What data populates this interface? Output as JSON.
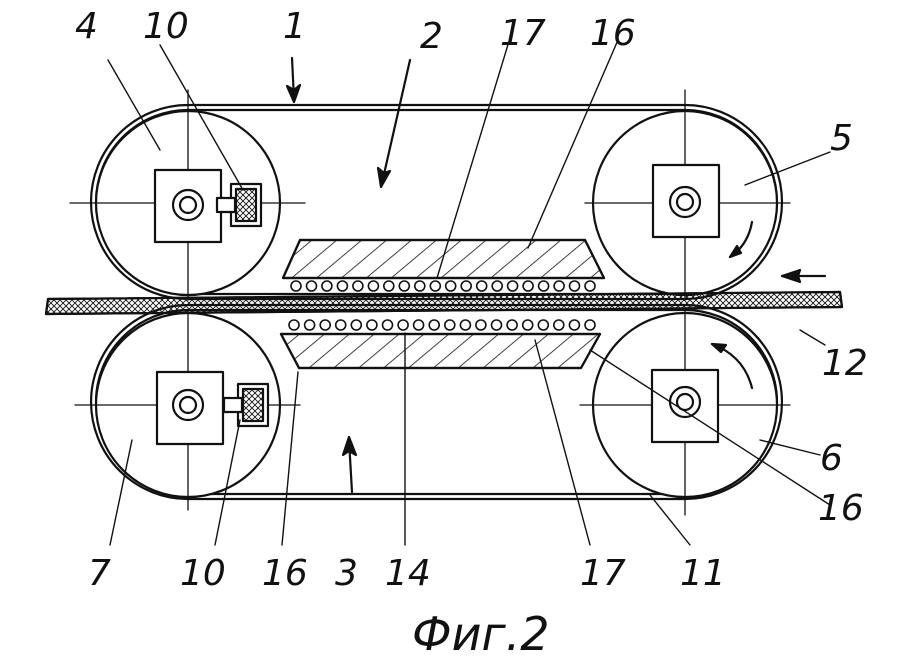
{
  "figure": {
    "caption": "Фиг.2",
    "ink_color": "#111111",
    "background_color": "#ffffff"
  },
  "labels": {
    "n1": "1",
    "n2": "2",
    "n3": "3",
    "n4": "4",
    "n5": "5",
    "n6": "6",
    "n7": "7",
    "n10a": "10",
    "n10b": "10",
    "n11": "11",
    "n12": "12",
    "n14": "14",
    "n16a": "16",
    "n16b": "16",
    "n16c": "16",
    "n17a": "17",
    "n17b": "17"
  }
}
